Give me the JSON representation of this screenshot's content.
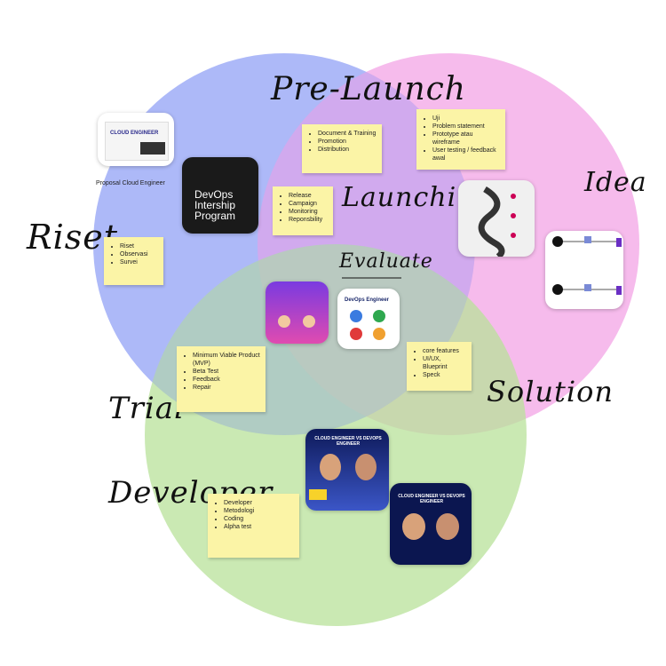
{
  "labels": {
    "prelaunch": "Pre-Launch",
    "launching": "Launching",
    "idea": "Idea",
    "riset": "Riset",
    "evaluate": "Evaluate",
    "trial": "Trial",
    "solution": "Solution",
    "developer": "Developer"
  },
  "notes": {
    "prelaunch": [
      "Document & Training",
      "Promotion",
      "Distribution"
    ],
    "idea": [
      "Uji",
      "Problem statement",
      "Prototype atau wireframe",
      "User testing / feedback awal"
    ],
    "launching": [
      "Release",
      "Campaign",
      "Monitoring",
      "Reponsbility"
    ],
    "riset": [
      "Riset",
      "Observasi",
      "Survei"
    ],
    "trial": [
      "Minimum Viable Product (MVP)",
      "Beta Test",
      "Feedback",
      "Repair"
    ],
    "solution": [
      "core features",
      "UI/UX, Blueprint",
      "Speck"
    ],
    "developer": [
      "Developer",
      "Metodologi",
      "Coding",
      "Alpha test"
    ]
  },
  "cards": {
    "proposal_title": "CLOUD ENGINEER",
    "proposal_caption": "Proposal Cloud Engineer",
    "devops_program": "DevOps Intership Program",
    "devops_engineer": "DevOps Engineer",
    "vs1": "CLOUD ENGINEER VS DEVOPS ENGINEER",
    "vs2": "CLOUD ENGINEER VS DEVOPS ENGINEER"
  },
  "colors": {
    "riset_circle": "#9aa9f7",
    "idea_circle": "#f3a4e6",
    "developer_circle": "#b8e29a",
    "note": "#fbf4a6"
  }
}
